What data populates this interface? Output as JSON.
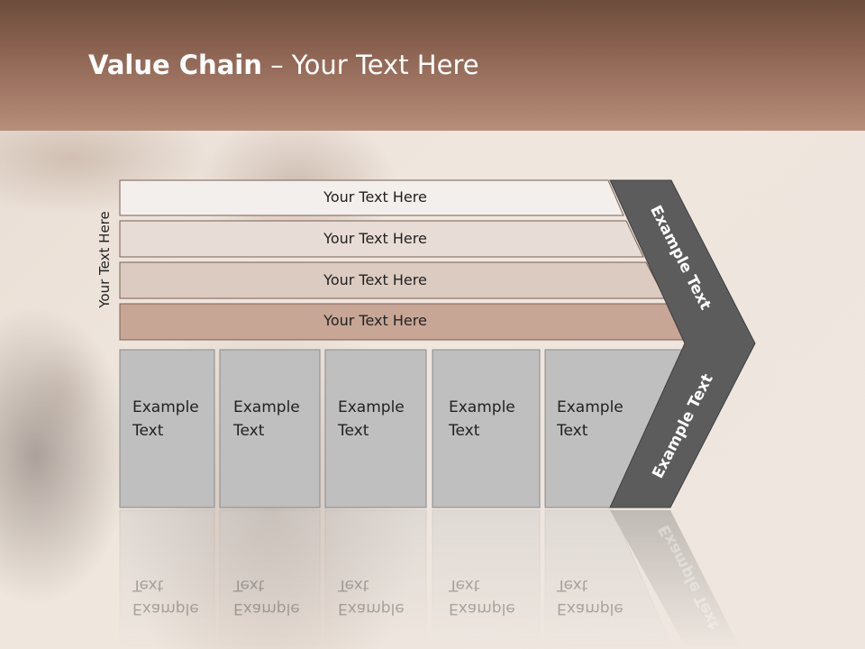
{
  "title": {
    "bold": "Value Chain",
    "rest": " – Your Text Here"
  },
  "side_label": "Your Text Here",
  "bars": [
    {
      "label": "Your Text Here",
      "color": "#f3efec"
    },
    {
      "label": "Your Text Here",
      "color": "#e8ddd6"
    },
    {
      "label": "Your Text Here",
      "color": "#dccbc0"
    },
    {
      "label": "Your Text Here",
      "color": "#c7a696"
    }
  ],
  "cells": [
    {
      "line1": "Example",
      "line2": "Text"
    },
    {
      "line1": "Example",
      "line2": "Text"
    },
    {
      "line1": "Example",
      "line2": "Text"
    },
    {
      "line1": "Example",
      "line2": "Text"
    },
    {
      "line1": "Example",
      "line2": "Text"
    }
  ],
  "arrow": {
    "upper_label": "Example Text",
    "lower_label": "Example Text",
    "color": "#5c5c5c"
  },
  "colors": {
    "title_bar_top": "#6c4c3b",
    "title_bar_bottom": "#b68e79",
    "cell_fill": "#bfbfbf"
  }
}
